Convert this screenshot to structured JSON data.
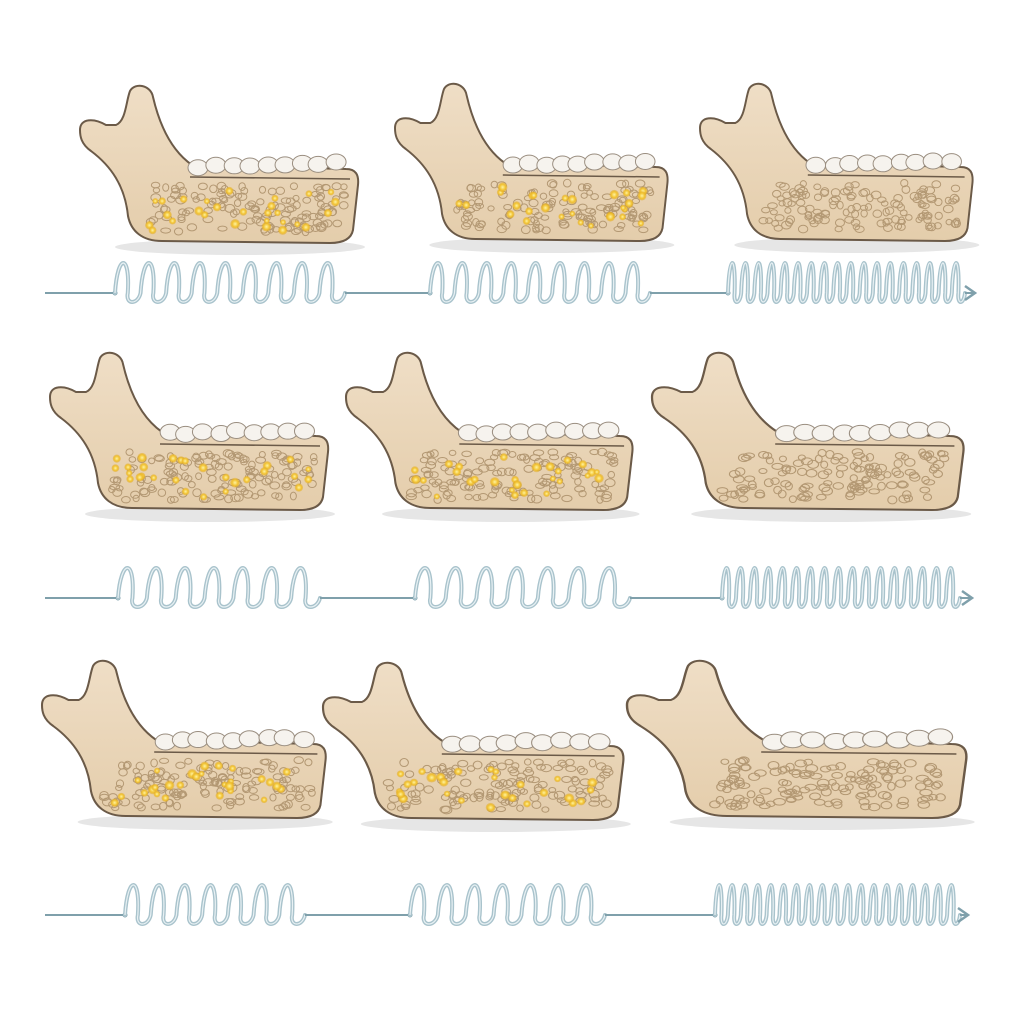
{
  "colors": {
    "background": "#ffffff",
    "bone_fill": "#ecd9bf",
    "bone_stroke": "#6b5a48",
    "tooth_fill": "#f6f3ee",
    "trabecula_stroke": "#b39873",
    "marrow_gold": "#f2c230",
    "spring": "#a9c3cc",
    "spring_stroke": "#7fa0ab",
    "shadow": "#e6e6e6"
  },
  "grid": {
    "rows": 3,
    "columns": 3,
    "gold_marrow_columns": [
      true,
      true,
      false
    ],
    "spring_density": [
      "loose",
      "loose",
      "tight"
    ]
  }
}
